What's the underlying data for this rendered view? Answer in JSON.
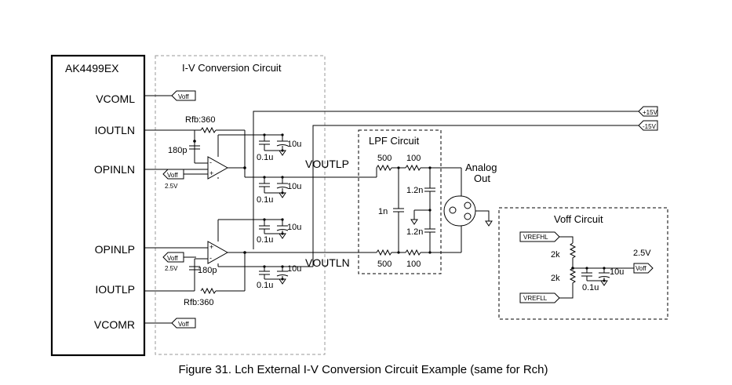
{
  "chip": {
    "name": "AK4499EX",
    "pins": {
      "vcoml": "VCOML",
      "ioutln": "IOUTLN",
      "opinln": "OPINLN",
      "opinlp": "OPINLP",
      "ioutlp": "IOUTLP",
      "vcomr": "VCOMR"
    }
  },
  "iv_block": {
    "title": "I-V Conversion Circuit"
  },
  "lpf_block": {
    "title": "LPF Circuit"
  },
  "voff_block": {
    "title": "Voff Circuit"
  },
  "tags": {
    "voff": "Voff",
    "p15": "+15V",
    "m15": "-15V",
    "vrefhl": "VREFHL",
    "vrefll": "VREFLL"
  },
  "labels": {
    "rfb_top": "Rfb:360",
    "rfb_bot": "Rfb:360",
    "cap_180p_top": "180p",
    "cap_180p_bot": "180p",
    "v25_top": "2.5V",
    "v25_bot": "2.5V",
    "v25_voff": "2.5V",
    "cap_10u": "10u",
    "cap_01u": "0.1u",
    "voutlp": "VOUTLP",
    "voutln": "VOUTLN",
    "r500": "500",
    "r100": "100",
    "c1n2": "1.2n",
    "c1n": "1n",
    "r2k": "2k",
    "analog_out_1": "Analog",
    "analog_out_2": "Out",
    "plus": "+",
    "minus": "-"
  },
  "caption": "Figure 31. Lch External I-V Conversion Circuit Example (same for Rch)"
}
